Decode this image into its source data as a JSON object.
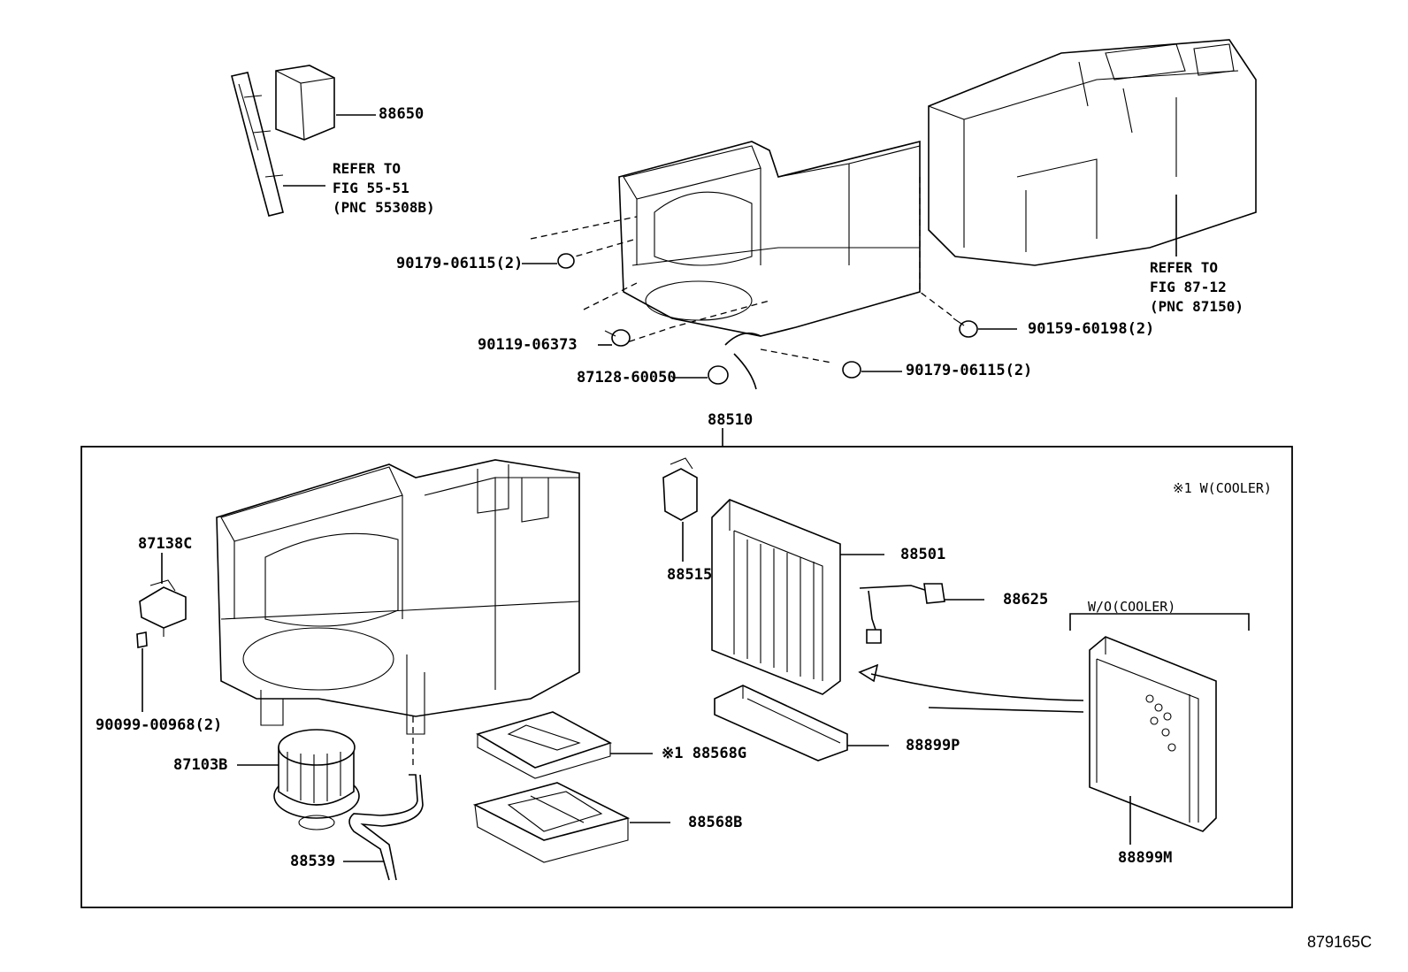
{
  "labels": {
    "p88650": "88650",
    "refer_a": "REFER TO\nFIG 55-51\n(PNC 55308B)",
    "p90179a": "90179-06115(2)",
    "p90119": "90119-06373",
    "p87128": "87128-60050",
    "p90179b": "90179-06115(2)",
    "p90159": "90159-60198(2)",
    "refer_b": "REFER TO\nFIG 87-12\n(PNC 87150)",
    "p88510": "88510",
    "note_cooler": "※1 W(COOLER)",
    "p87138c": "87138C",
    "p90099": "90099-00968(2)",
    "p87103b": "87103B",
    "p88539": "88539",
    "p88515": "88515",
    "p88501": "88501",
    "p88625": "88625",
    "wo_cooler": "W/O(COOLER)",
    "p88568g": "※1 88568G",
    "p88899p": "88899P",
    "p88568b": "88568B",
    "p88899m": "88899M",
    "figure_id": "879165C"
  }
}
